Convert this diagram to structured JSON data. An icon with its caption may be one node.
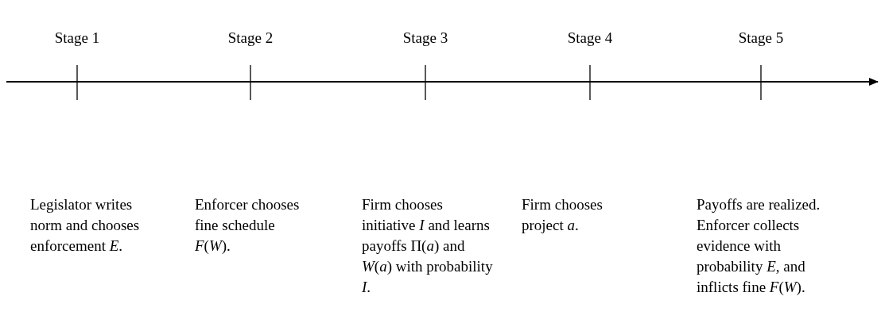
{
  "diagram": {
    "labels": [
      "Stage 1",
      "Stage 2",
      "Stage 3",
      "Stage 4",
      "Stage 5",
      "Legislator writes norm and chooses enforcement *E*.",
      "Enforcer chooses fine schedule *F*(*W*).",
      "Firm chooses initiative *I* and learns payoffs Π(*a*) and *W*(*a*) with probability *I*.",
      "Firm chooses project *a*.",
      "Payoffs are realized. Enforcer collects evidence with probability *E*, and inflicts fine *F*(*W*)."
    ]
  }
}
